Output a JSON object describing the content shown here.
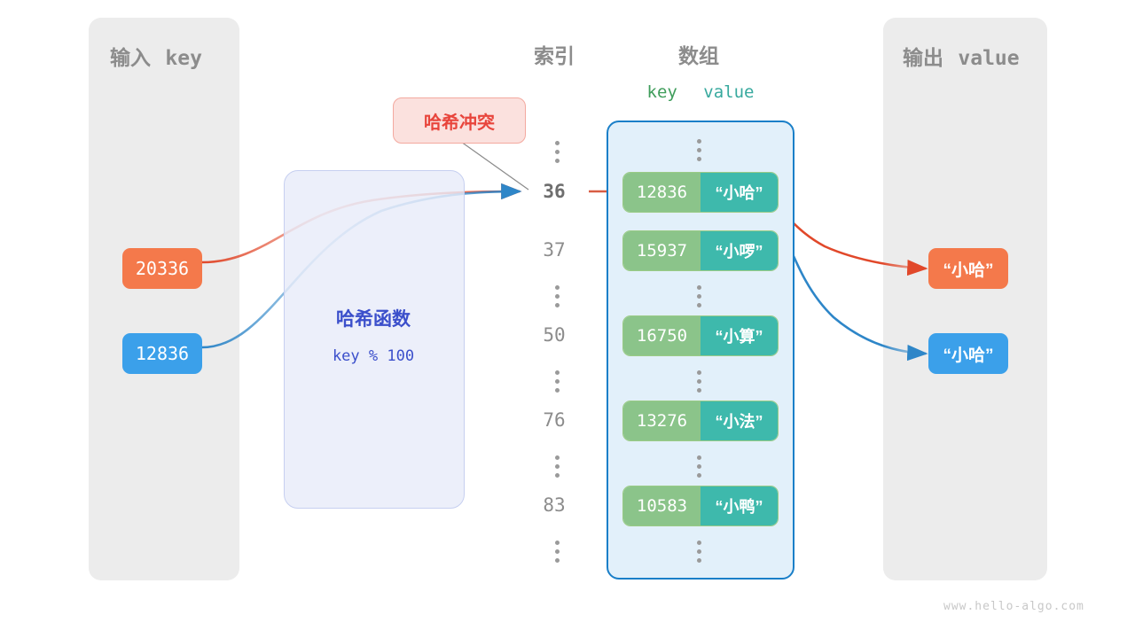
{
  "watermark": "www.hello-algo.com",
  "input_panel": {
    "title_cn": "输入",
    "title_mono": "key",
    "title": "输入 key"
  },
  "output_panel": {
    "title_cn": "输出",
    "title_mono": "value",
    "title": "输出 value"
  },
  "hash_function": {
    "title": "哈希函数",
    "formula": "key % 100"
  },
  "collision_label": {
    "text": "哈希冲突"
  },
  "columns": {
    "index_header": "索引",
    "array_header": "数组",
    "key_header": "key",
    "value_header": "value"
  },
  "input_keys": [
    {
      "label": "20336",
      "color": "#F4794B"
    },
    {
      "label": "12836",
      "color": "#3BA0EA"
    }
  ],
  "outputs": [
    {
      "label": "“小哈”",
      "color": "#F4794B"
    },
    {
      "label": "“小哈”",
      "color": "#3BA0EA"
    }
  ],
  "index_rows": [
    {
      "label": "⋮",
      "dots": true,
      "highlight": false
    },
    {
      "label": "36",
      "dots": false,
      "highlight": true
    },
    {
      "label": "37",
      "dots": false,
      "highlight": false
    },
    {
      "label": "⋮",
      "dots": true,
      "highlight": false
    },
    {
      "label": "50",
      "dots": false,
      "highlight": false
    },
    {
      "label": "⋮",
      "dots": true,
      "highlight": false
    },
    {
      "label": "76",
      "dots": false,
      "highlight": false
    },
    {
      "label": "⋮",
      "dots": true,
      "highlight": false
    },
    {
      "label": "83",
      "dots": false,
      "highlight": false
    },
    {
      "label": "⋮",
      "dots": true,
      "highlight": false
    }
  ],
  "array_entries": [
    {
      "key": "12836",
      "value": "“小哈”"
    },
    {
      "key": "15937",
      "value": "“小啰”"
    },
    {
      "key": "16750",
      "value": "“小算”"
    },
    {
      "key": "13276",
      "value": "“小法”"
    },
    {
      "key": "10583",
      "value": "“小鸭”"
    }
  ],
  "colors": {
    "panel_bg": "#ECECEC",
    "array_bg": "#E2F0FA",
    "array_border": "#1A7FC8",
    "key_cell": "#8BC48A",
    "value_cell": "#3EB9AC",
    "hash_bg": "#E7EBF9",
    "hash_text": "#3B4FCB",
    "collision_bg": "#FBE1DE",
    "collision_text": "#E8453C",
    "orange": "#F4794B",
    "blue": "#3BA0EA",
    "muted_text": "#8C8C8C"
  }
}
